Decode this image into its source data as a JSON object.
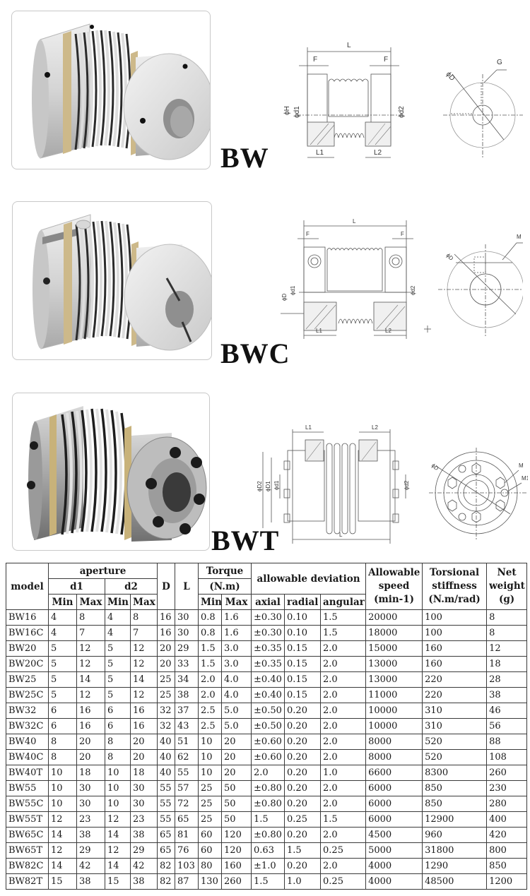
{
  "products": [
    {
      "series": "BW",
      "photo_alt": "BW bellows coupling with set screws",
      "drawing_labels": [
        "L",
        "F",
        "F",
        "ϕH",
        "ϕd1",
        "ϕd2",
        "L1",
        "L2",
        "ϕD",
        "G"
      ]
    },
    {
      "series": "BWC",
      "photo_alt": "BWC bellows coupling with clamp hubs",
      "drawing_labels": [
        "L",
        "F",
        "F",
        "ϕD",
        "ϕd1",
        "ϕd2",
        "L1",
        "L2",
        "ϕD",
        "M"
      ]
    },
    {
      "series": "BWT",
      "photo_alt": "BWT bellows coupling with expansion sleeve",
      "drawing_labels": [
        "L1",
        "L2",
        "ϕD2",
        "ϕD1",
        "ϕd1",
        "ϕd2",
        "L",
        "ϕD",
        "M",
        "M1"
      ]
    }
  ],
  "table": {
    "headers": {
      "model": "model",
      "aperture": "aperture",
      "d1": "d1",
      "d2": "d2",
      "D": "D",
      "L": "L",
      "torque": "Torque",
      "torque_unit": "(N.m)",
      "deviation": "allowable deviation",
      "speed": "Allowable speed (min-1)",
      "stiffness": "Torsional stiffness (N.m/rad)",
      "weight": "Net weight (g)",
      "min": "Min",
      "max": "Max",
      "axial": "axial",
      "radial": "radial",
      "angular": "angular"
    },
    "rows": [
      [
        "BW16",
        "4",
        "8",
        "4",
        "8",
        "16",
        "30",
        "0.8",
        "1.6",
        "±0.30",
        "0.10",
        "1.5",
        "20000",
        "100",
        "8"
      ],
      [
        "BW16C",
        "4",
        "7",
        "4",
        "7",
        "16",
        "30",
        "0.8",
        "1.6",
        "±0.30",
        "0.10",
        "1.5",
        "18000",
        "100",
        "8"
      ],
      [
        "BW20",
        "5",
        "12",
        "5",
        "12",
        "20",
        "29",
        "1.5",
        "3.0",
        "±0.35",
        "0.15",
        "2.0",
        "15000",
        "160",
        "12"
      ],
      [
        "BW20C",
        "5",
        "12",
        "5",
        "12",
        "20",
        "33",
        "1.5",
        "3.0",
        "±0.35",
        "0.15",
        "2.0",
        "13000",
        "160",
        "18"
      ],
      [
        "BW25",
        "5",
        "14",
        "5",
        "14",
        "25",
        "34",
        "2.0",
        "4.0",
        "±0.40",
        "0.15",
        "2.0",
        "13000",
        "220",
        "28"
      ],
      [
        "BW25C",
        "5",
        "12",
        "5",
        "12",
        "25",
        "38",
        "2.0",
        "4.0",
        "±0.40",
        "0.15",
        "2.0",
        "11000",
        "220",
        "38"
      ],
      [
        "BW32",
        "6",
        "16",
        "6",
        "16",
        "32",
        "37",
        "2.5",
        "5.0",
        "±0.50",
        "0.20",
        "2.0",
        "10000",
        "310",
        "46"
      ],
      [
        "BW32C",
        "6",
        "16",
        "6",
        "16",
        "32",
        "43",
        "2.5",
        "5.0",
        "±0.50",
        "0.20",
        "2.0",
        "10000",
        "310",
        "56"
      ],
      [
        "BW40",
        "8",
        "20",
        "8",
        "20",
        "40",
        "51",
        "10",
        "20",
        "±0.60",
        "0.20",
        "2.0",
        "8000",
        "520",
        "88"
      ],
      [
        "BW40C",
        "8",
        "20",
        "8",
        "20",
        "40",
        "62",
        "10",
        "20",
        "±0.60",
        "0.20",
        "2.0",
        "8000",
        "520",
        "108"
      ],
      [
        "BW40T",
        "10",
        "18",
        "10",
        "18",
        "40",
        "55",
        "10",
        "20",
        "2.0",
        "0.20",
        "1.0",
        "6600",
        "8300",
        "260"
      ],
      [
        "BW55",
        "10",
        "30",
        "10",
        "30",
        "55",
        "57",
        "25",
        "50",
        "±0.80",
        "0.20",
        "2.0",
        "6000",
        "850",
        "230"
      ],
      [
        "BW55C",
        "10",
        "30",
        "10",
        "30",
        "55",
        "72",
        "25",
        "50",
        "±0.80",
        "0.20",
        "2.0",
        "6000",
        "850",
        "280"
      ],
      [
        "BW55T",
        "12",
        "23",
        "12",
        "23",
        "55",
        "65",
        "25",
        "50",
        "1.5",
        "0.25",
        "1.5",
        "6000",
        "12900",
        "400"
      ],
      [
        "BW65C",
        "14",
        "38",
        "14",
        "38",
        "65",
        "81",
        "60",
        "120",
        "±0.80",
        "0.20",
        "2.0",
        "4500",
        "960",
        "420"
      ],
      [
        "BW65T",
        "12",
        "29",
        "12",
        "29",
        "65",
        "76",
        "60",
        "120",
        "0.63",
        "1.5",
        "0.25",
        "5000",
        "31800",
        "800"
      ],
      [
        "BW82C",
        "14",
        "42",
        "14",
        "42",
        "82",
        "103",
        "80",
        "160",
        "±1.0",
        "0.20",
        "2.0",
        "4000",
        "1290",
        "850"
      ],
      [
        "BW82T",
        "15",
        "38",
        "15",
        "38",
        "82",
        "87",
        "130",
        "260",
        "1.5",
        "1.0",
        "0.25",
        "4000",
        "48500",
        "1200"
      ]
    ]
  }
}
